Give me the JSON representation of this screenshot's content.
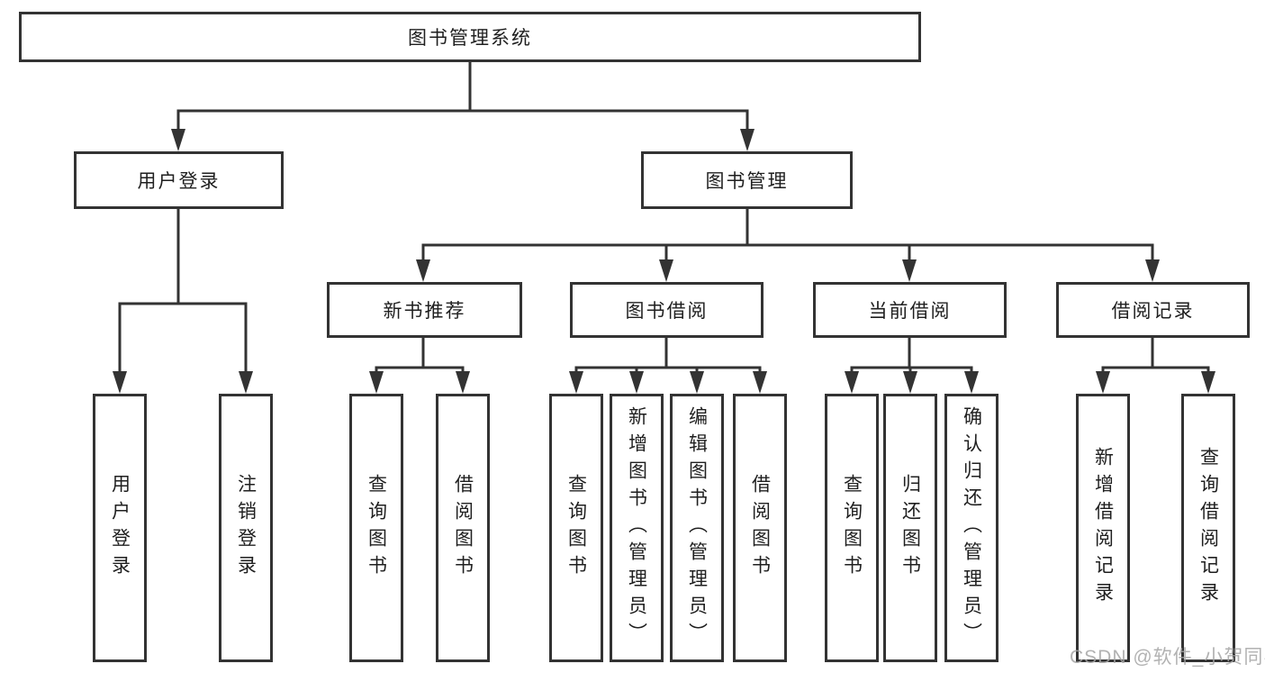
{
  "tree": {
    "root": {
      "label": "图书管理系统"
    },
    "branches": [
      {
        "label": "用户登录",
        "children": [
          {
            "label": "用户登录"
          },
          {
            "label": "注销登录"
          }
        ]
      },
      {
        "label": "图书管理",
        "children": [
          {
            "label": "新书推荐",
            "children": [
              {
                "label": "查询图书"
              },
              {
                "label": "借阅图书"
              }
            ]
          },
          {
            "label": "图书借阅",
            "children": [
              {
                "label": "查询图书"
              },
              {
                "label": "新增图书（管理员）"
              },
              {
                "label": "编辑图书（管理员）"
              },
              {
                "label": "借阅图书"
              }
            ]
          },
          {
            "label": "当前借阅",
            "children": [
              {
                "label": "查询图书"
              },
              {
                "label": "归还图书"
              },
              {
                "label": "确认归还（管理员）"
              }
            ]
          },
          {
            "label": "借阅记录",
            "children": [
              {
                "label": "新增借阅记录"
              },
              {
                "label": "查询借阅记录"
              }
            ]
          }
        ]
      }
    ]
  },
  "watermark": {
    "text": "CSDN @软件_小贺同学"
  },
  "colors": {
    "line": "#333333",
    "box_border": "#333333",
    "box_bg": "#ffffff",
    "text": "#1f1f1f",
    "watermark": "#a5a5a5"
  }
}
